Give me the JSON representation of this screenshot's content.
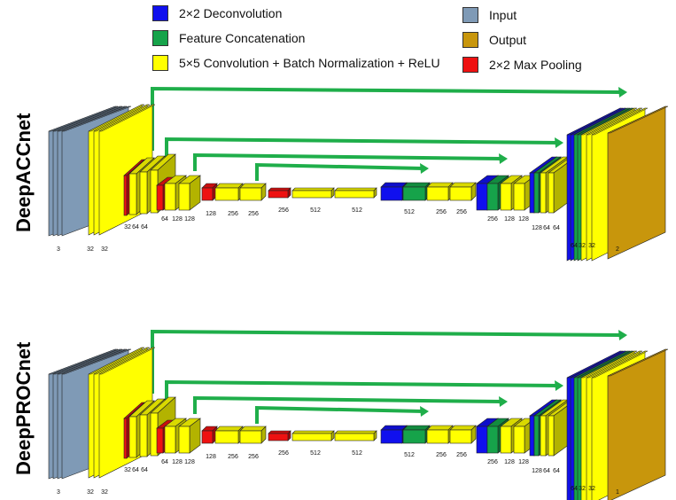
{
  "colors": {
    "deconv": "#1010ee",
    "concat": "#16a34a",
    "conv": "#ffff00",
    "input": "#7f9ab6",
    "output": "#c8960c",
    "pool": "#ee1111",
    "skip": "#1fae4a",
    "conv_dark": "#c8c800"
  },
  "legend": {
    "deconvolution": "2×2 Deconvolution",
    "concatenation": "Feature Concatenation",
    "convolution": "5×5 Convolution + Batch Normalization + ReLU",
    "input": "Input",
    "output": "Output",
    "max_pooling": "2×2 Max Pooling"
  },
  "networks": [
    {
      "title": "DeepACCnet",
      "labels": [
        "3",
        "32",
        "32",
        "32",
        "64",
        "64",
        "64",
        "128",
        "128",
        "128",
        "256",
        "256",
        "256",
        "512",
        "512",
        "512",
        "256",
        "256",
        "256",
        "128",
        "128",
        "128",
        "64",
        "64",
        "64",
        "32",
        "32",
        "2"
      ]
    },
    {
      "title": "DeepPROCnet",
      "labels": [
        "3",
        "32",
        "32",
        "32",
        "64",
        "64",
        "64",
        "128",
        "128",
        "128",
        "256",
        "256",
        "256",
        "512",
        "512",
        "512",
        "256",
        "256",
        "256",
        "128",
        "128",
        "128",
        "64",
        "64",
        "64",
        "32",
        "32",
        "1"
      ]
    }
  ]
}
